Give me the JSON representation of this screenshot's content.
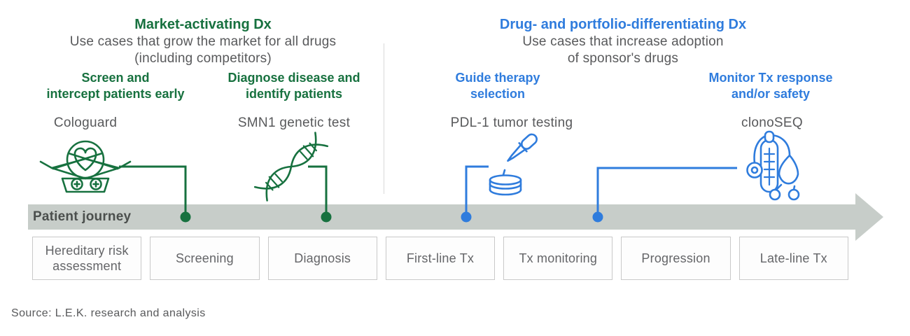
{
  "colors": {
    "green": "#17713f",
    "blue": "#2f7cdd",
    "text_gray": "#58595b",
    "arrow_gray": "#c7cdc9",
    "box_border": "#c9c9c9",
    "box_text": "#646568",
    "journey_text": "#4b4f4d",
    "divider": "#d9d9d9"
  },
  "sections": {
    "left": {
      "title": "Market-activating Dx",
      "subtitle_lines": [
        "Use cases that grow the market for all drugs",
        "(including competitors)"
      ]
    },
    "right": {
      "title": "Drug- and portfolio-differentiating Dx",
      "subtitle_lines": [
        "Use cases that increase adoption",
        "of sponsor's drugs"
      ]
    }
  },
  "use_cases": [
    {
      "heading_lines": [
        "Screen and",
        "intercept patients early"
      ],
      "product": "Cologuard",
      "icon": "care-package-heart-icon",
      "theme": "green"
    },
    {
      "heading_lines": [
        "Diagnose disease and",
        "identify patients"
      ],
      "product": "SMN1 genetic test",
      "icon": "dna-helix-icon",
      "theme": "green"
    },
    {
      "heading_lines": [
        "Guide therapy",
        "selection"
      ],
      "product": "PDL-1 tumor testing",
      "icon": "pipette-petri-dish-icon",
      "theme": "blue"
    },
    {
      "heading_lines": [
        "Monitor Tx response",
        "and/or safety"
      ],
      "product": "clonoSEQ",
      "icon": "thermometer-stethoscope-icon",
      "theme": "blue"
    }
  ],
  "timeline": {
    "label": "Patient journey",
    "stages": [
      "Hereditary risk assessment",
      "Screening",
      "Diagnosis",
      "First-line Tx",
      "Tx monitoring",
      "Progression",
      "Late-line Tx"
    ]
  },
  "source": "Source: L.E.K. research and analysis"
}
